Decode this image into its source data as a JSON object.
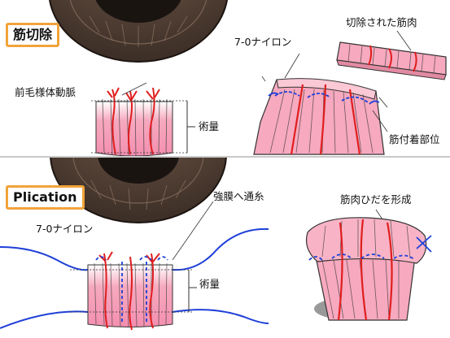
{
  "top_panel": {
    "title": "筋切除",
    "labels": {
      "artery": "前毛様体動脈",
      "suture": "7-0ナイロン",
      "excised": "切除された筋肉",
      "amount": "術量",
      "insertion": "筋付着部位"
    }
  },
  "bottom_panel": {
    "title": "Plication",
    "labels": {
      "scleral_pass": "強膜へ通糸",
      "suture": "7-0ナイロン",
      "fold": "筋肉ひだを形成",
      "amount": "術量"
    }
  },
  "colors": {
    "muscle": "#f6a9bf",
    "vessel": "#e01e1e",
    "suture": "#1e3fd8",
    "badge_border": "#f2a33a",
    "eye": "#4a3a30"
  }
}
